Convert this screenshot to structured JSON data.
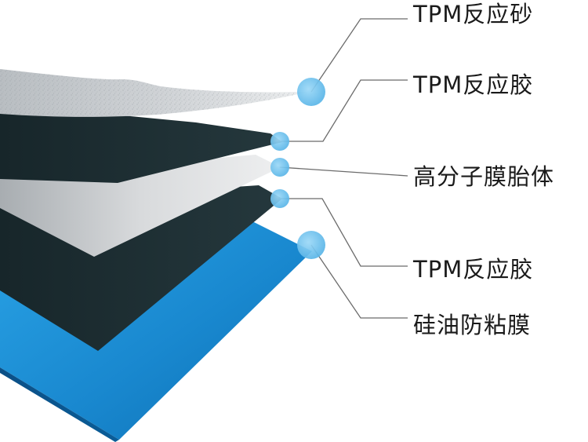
{
  "layers": [
    {
      "label": "TPM反应砂"
    },
    {
      "label": "TPM反应胶"
    },
    {
      "label": "高分子膜胎体"
    },
    {
      "label": "TPM反应胶"
    },
    {
      "label": "硅油防粘膜"
    }
  ],
  "colors": {
    "background": "#ffffff",
    "sand_layer": "#c7ccd0",
    "dark_layer": "#1f3035",
    "film_layer": "#d6d8da",
    "blue_release_film": "#1a8ed6",
    "marker_dot": "#6ec3ef",
    "leader_line": "#6b6b6b"
  }
}
